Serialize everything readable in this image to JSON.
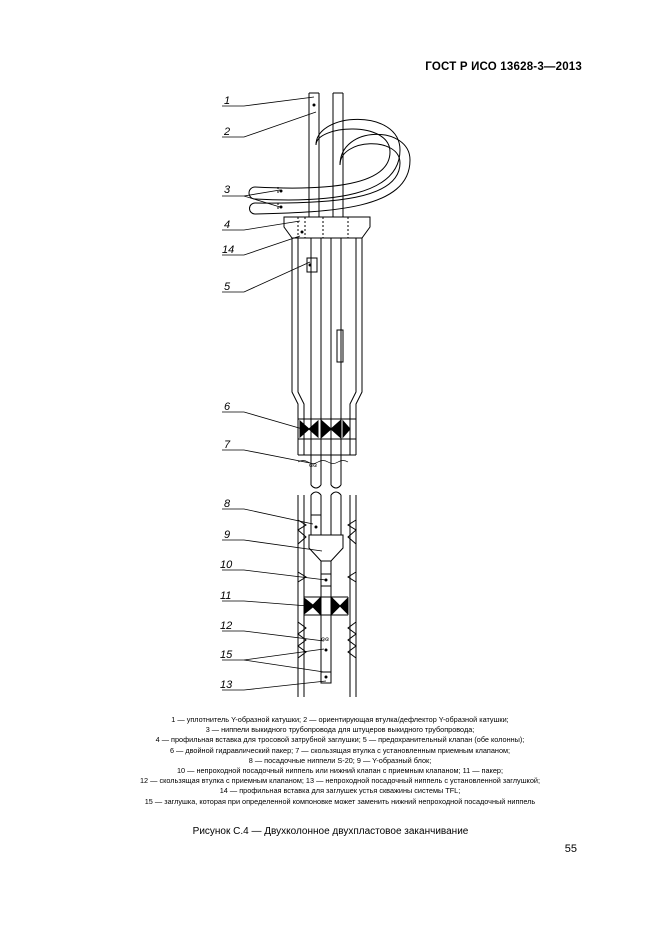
{
  "header": {
    "standard": "ГОСТ Р ИСО  13628-3—2013"
  },
  "figure": {
    "callouts": [
      "1",
      "2",
      "3",
      "4",
      "14",
      "5",
      "6",
      "7",
      "8",
      "9",
      "10",
      "11",
      "12",
      "15",
      "13"
    ]
  },
  "legend": {
    "lines": [
      "1 — уплотнитель Y-образной катушки; 2 — ориентирующая втулка/дефлектор Y-образной катушки;",
      "3 — ниппели выкидного трубопровода для штуцеров выкидного трубопровода;",
      "4 — профильная вставка для тросовой затрубной заглушки; 5 — предохранительный клапан (обе колонны);",
      "6 — двойной гидравлический пакер; 7 — скользящая втулка с установленным приемным клапаном;",
      "8 — посадочные ниппели S-20; 9 — Y-образный блок;",
      "10 — непроходной посадочный ниппель или нижний клапан с приемным клапаном; 11 — пакер;",
      "12 — скользящая втулка с приемным клапаном; 13 — непроходной посадочный ниппель с установленной заглушкой;",
      "14 — профильная вставка для заглушек устья скважины системы TFL;",
      "15 — заглушка, которая при определенной компоновке может заменить нижний непроходной посадочный ниппель"
    ]
  },
  "caption": "Рисунок С.4 — Двухколонное двухпластовое заканчивание",
  "page_number": "55"
}
